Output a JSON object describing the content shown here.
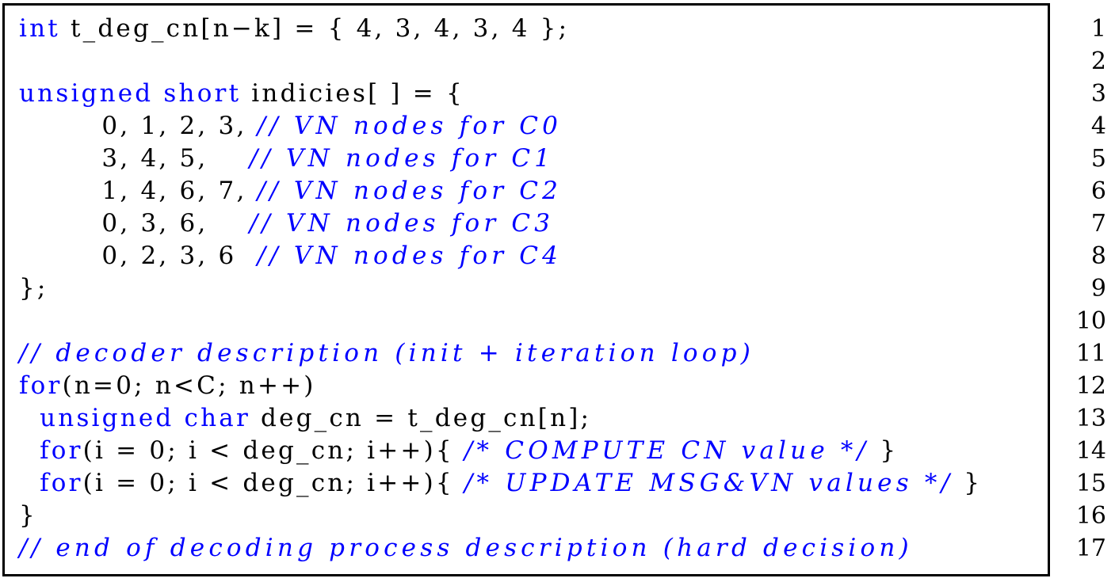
{
  "listing": {
    "kind": "C source code listing",
    "colors": {
      "keyword": "#0000ff",
      "comment": "#0000ff",
      "text": "#000000",
      "frame": "#000000"
    },
    "lines": [
      {
        "n": "1",
        "tokens": [
          {
            "t": "int",
            "k": "kw"
          },
          {
            "t": " t_deg_cn[n−k] = { 4, 3, 4, 3, 4 };",
            "k": "tx"
          }
        ]
      },
      {
        "n": "2",
        "tokens": []
      },
      {
        "n": "3",
        "tokens": [
          {
            "t": "unsigned",
            "k": "kw"
          },
          {
            "t": " ",
            "k": "tx"
          },
          {
            "t": "short",
            "k": "kw"
          },
          {
            "t": " indicies[ ] = {",
            "k": "tx"
          }
        ]
      },
      {
        "n": "4",
        "tokens": [
          {
            "t": "        0, 1, 2, 3, ",
            "k": "tx"
          },
          {
            "t": "// VN nodes for C0",
            "k": "cm"
          }
        ]
      },
      {
        "n": "5",
        "tokens": [
          {
            "t": "        3, 4, 5,    ",
            "k": "tx"
          },
          {
            "t": "// VN nodes for C1",
            "k": "cm"
          }
        ]
      },
      {
        "n": "6",
        "tokens": [
          {
            "t": "        1, 4, 6, 7, ",
            "k": "tx"
          },
          {
            "t": "// VN nodes for C2",
            "k": "cm"
          }
        ]
      },
      {
        "n": "7",
        "tokens": [
          {
            "t": "        0, 3, 6,    ",
            "k": "tx"
          },
          {
            "t": "// VN nodes for C3",
            "k": "cm"
          }
        ]
      },
      {
        "n": "8",
        "tokens": [
          {
            "t": "        0, 2, 3, 6  ",
            "k": "tx"
          },
          {
            "t": "// VN nodes for C4",
            "k": "cm"
          }
        ]
      },
      {
        "n": "9",
        "tokens": [
          {
            "t": "};",
            "k": "tx"
          }
        ]
      },
      {
        "n": "10",
        "tokens": []
      },
      {
        "n": "11",
        "tokens": [
          {
            "t": "// decoder description (init + iteration loop)",
            "k": "cm"
          }
        ]
      },
      {
        "n": "12",
        "tokens": [
          {
            "t": "for",
            "k": "kw"
          },
          {
            "t": "(n=0; n<C; n++)",
            "k": "tx"
          }
        ]
      },
      {
        "n": "13",
        "tokens": [
          {
            "t": "  ",
            "k": "tx"
          },
          {
            "t": "unsigned",
            "k": "kw"
          },
          {
            "t": " ",
            "k": "tx"
          },
          {
            "t": "char",
            "k": "kw"
          },
          {
            "t": " deg_cn = t_deg_cn[n];",
            "k": "tx"
          }
        ]
      },
      {
        "n": "14",
        "tokens": [
          {
            "t": "  ",
            "k": "tx"
          },
          {
            "t": "for",
            "k": "kw"
          },
          {
            "t": "(i = 0; i < deg_cn; i++){ ",
            "k": "tx"
          },
          {
            "t": "/* COMPUTE CN value */",
            "k": "cm"
          },
          {
            "t": " }",
            "k": "tx"
          }
        ]
      },
      {
        "n": "15",
        "tokens": [
          {
            "t": "  ",
            "k": "tx"
          },
          {
            "t": "for",
            "k": "kw"
          },
          {
            "t": "(i = 0; i < deg_cn; i++){ ",
            "k": "tx"
          },
          {
            "t": "/* UPDATE MSG&VN values */",
            "k": "cm"
          },
          {
            "t": " }",
            "k": "tx"
          }
        ]
      },
      {
        "n": "16",
        "tokens": [
          {
            "t": "}",
            "k": "tx"
          }
        ]
      },
      {
        "n": "17",
        "tokens": [
          {
            "t": "// end of decoding process description (hard decision)",
            "k": "cm"
          }
        ]
      }
    ]
  }
}
